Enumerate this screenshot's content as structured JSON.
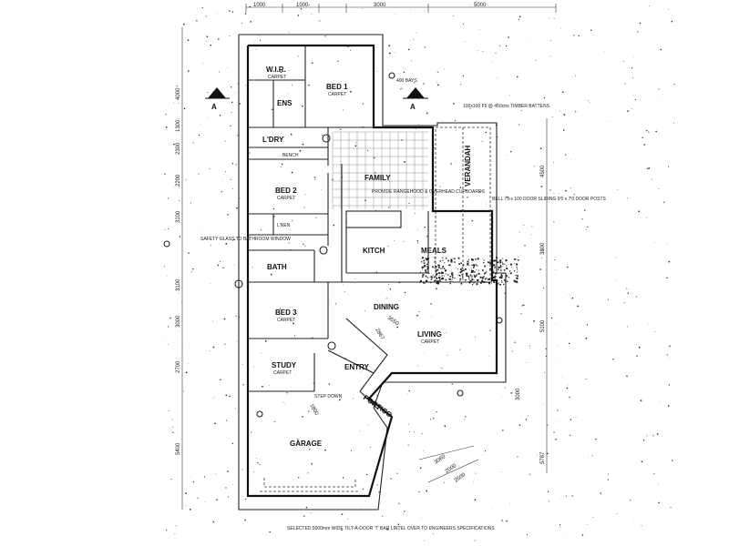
{
  "colors": {
    "ink": "#111111",
    "paper": "#ffffff"
  },
  "rooms": {
    "wir": "W.I.R.",
    "wir_sub": "CARPET",
    "bed1": "BED 1",
    "bed1_sub": "CARPET",
    "ens": "ENS",
    "ldry": "L'DRY",
    "bench": "BENCH",
    "bed2": "BED 2",
    "bed2_sub": "CARPET",
    "lnen": "L'NEN",
    "family": "FAMILY",
    "verandah": "VERANDAH",
    "kitch": "KITCH",
    "meals": "MEALS",
    "bath": "BATH",
    "bed3": "BED 3",
    "bed3_sub": "CARPET",
    "dining": "DINING",
    "living": "LIVING",
    "living_sub": "CARPET",
    "study": "STUDY",
    "study_sub": "CARPET",
    "entry": "ENTRY",
    "portico": "PORTICO",
    "garage": "GARAGE"
  },
  "section_markers": {
    "left": "A",
    "right": "A"
  },
  "dimensions": {
    "top": [
      "1000",
      "1000",
      "3000",
      "5000"
    ],
    "left": [
      "4000",
      "1300",
      "2300",
      "2200",
      "3100",
      "3100",
      "3000",
      "2700",
      "5400"
    ],
    "right": [
      "4500",
      "3800",
      "5100",
      "3000",
      "5787"
    ],
    "dining_diag": "3550",
    "dining_diag2": "2867",
    "entry_diag": "1800",
    "portico_diags": [
      "3060",
      "2000",
      "2600"
    ]
  },
  "notes": {
    "safety_glass": "SAFETY GLASS TO BATHROOM WINDOW",
    "garage_door": "SELECTED 5000mm WIDE TILT-A-DOOR 'T' BAR LINTEL OVER TO ENGINEERS SPECIFICATIONS",
    "verandah_note": "100x100 F5 @ 450ctrs TIMBER BATTENS",
    "posts_note": "BELL 75 x 100 DOOR SLIDING 9'0 x 7'0 DOOR POSTS",
    "pantry_note": "PROVIDE RANGEHOOD & OVERHEAD CUPBOARDS",
    "step_down": "STEP DOWN",
    "bays": "400 BAYS"
  }
}
